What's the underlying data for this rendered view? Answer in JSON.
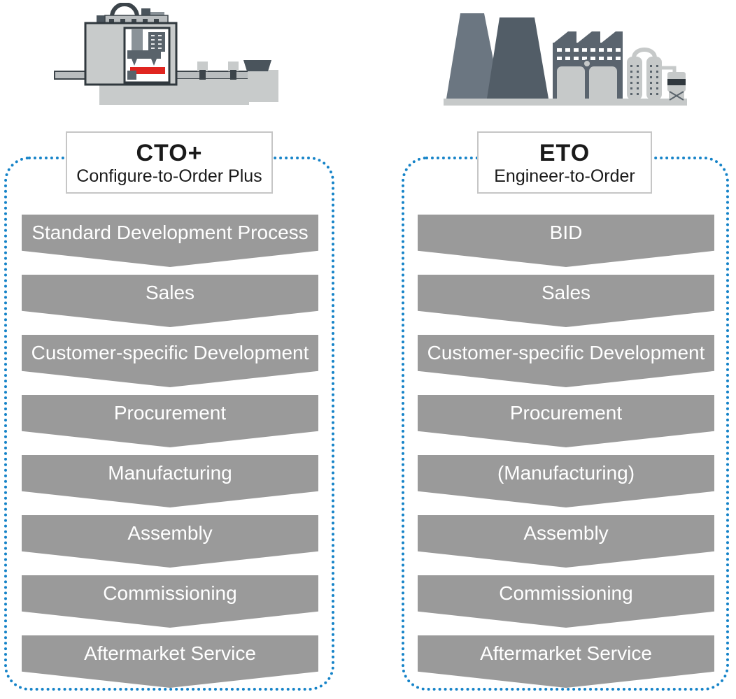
{
  "diagram": {
    "columns": [
      {
        "title": "CTO+",
        "subtitle": "Configure-to-Order Plus",
        "icon": "cnc-machine-icon",
        "steps": [
          "Standard Development Process",
          "Sales",
          "Customer-specific Development",
          "Procurement",
          "Manufacturing",
          "Assembly",
          "Commissioning",
          "Aftermarket Service"
        ]
      },
      {
        "title": "ETO",
        "subtitle": "Engineer-to-Order",
        "icon": "power-plant-icon",
        "steps": [
          "BID",
          "Sales",
          "Customer-specific Development",
          "Procurement",
          "(Manufacturing)",
          "Assembly",
          "Commissioning",
          "Aftermarket Service"
        ]
      }
    ],
    "colors": {
      "chevron_fill": "#9a9a9a",
      "chevron_text": "#ffffff",
      "dotted_border": "#1583c8",
      "header_border": "#c6c6c6",
      "header_text": "#1a1a1a",
      "icon_dark": "#525d67",
      "icon_medium": "#5a646e",
      "icon_light": "#c8cbcb",
      "accent_red": "#e02520"
    }
  }
}
